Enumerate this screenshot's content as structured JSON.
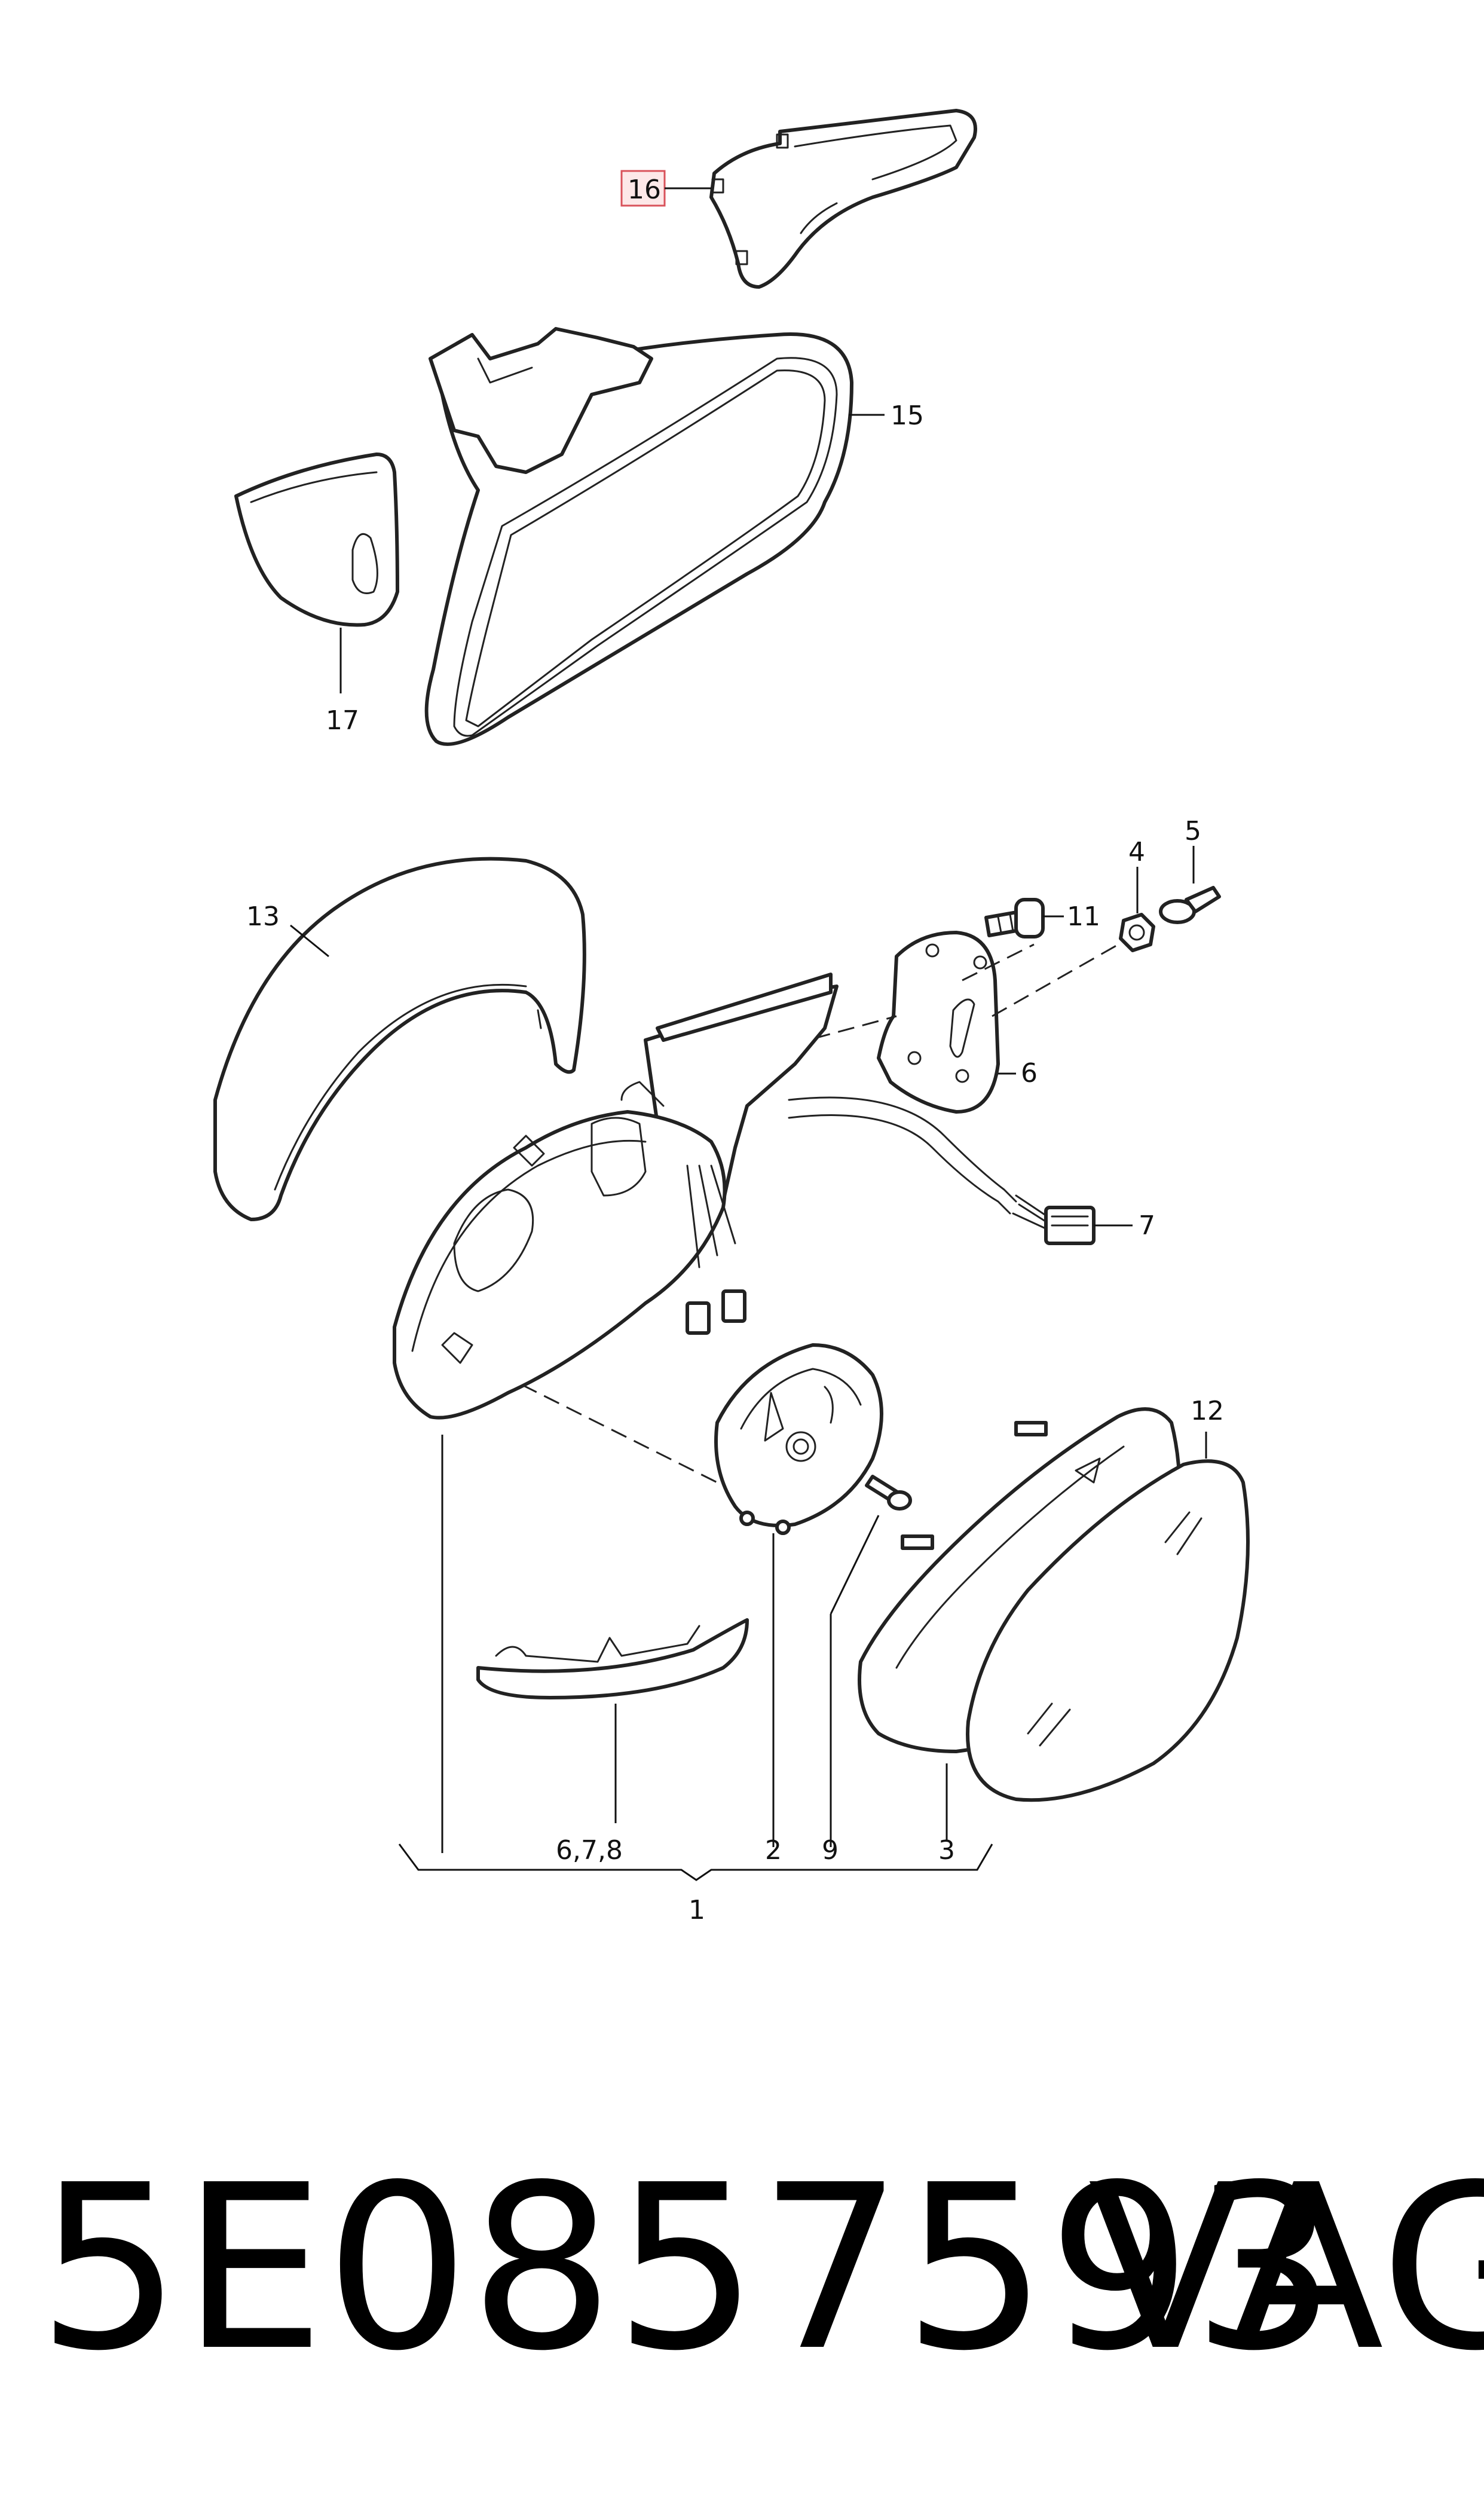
{
  "callouts": {
    "c16": "16",
    "c15": "15",
    "c17": "17",
    "c13": "13",
    "c11": "11",
    "c4": "4",
    "c5": "5",
    "c6": "6",
    "c7": "7",
    "c12": "12",
    "c678": "6,7,8",
    "c2": "2",
    "c9": "9",
    "c3": "3",
    "c1": "1"
  },
  "highlighted_callout": "16",
  "highlight_color": "#d9535b",
  "footer": {
    "part_number": "5E0857593",
    "brand": "VAG"
  }
}
